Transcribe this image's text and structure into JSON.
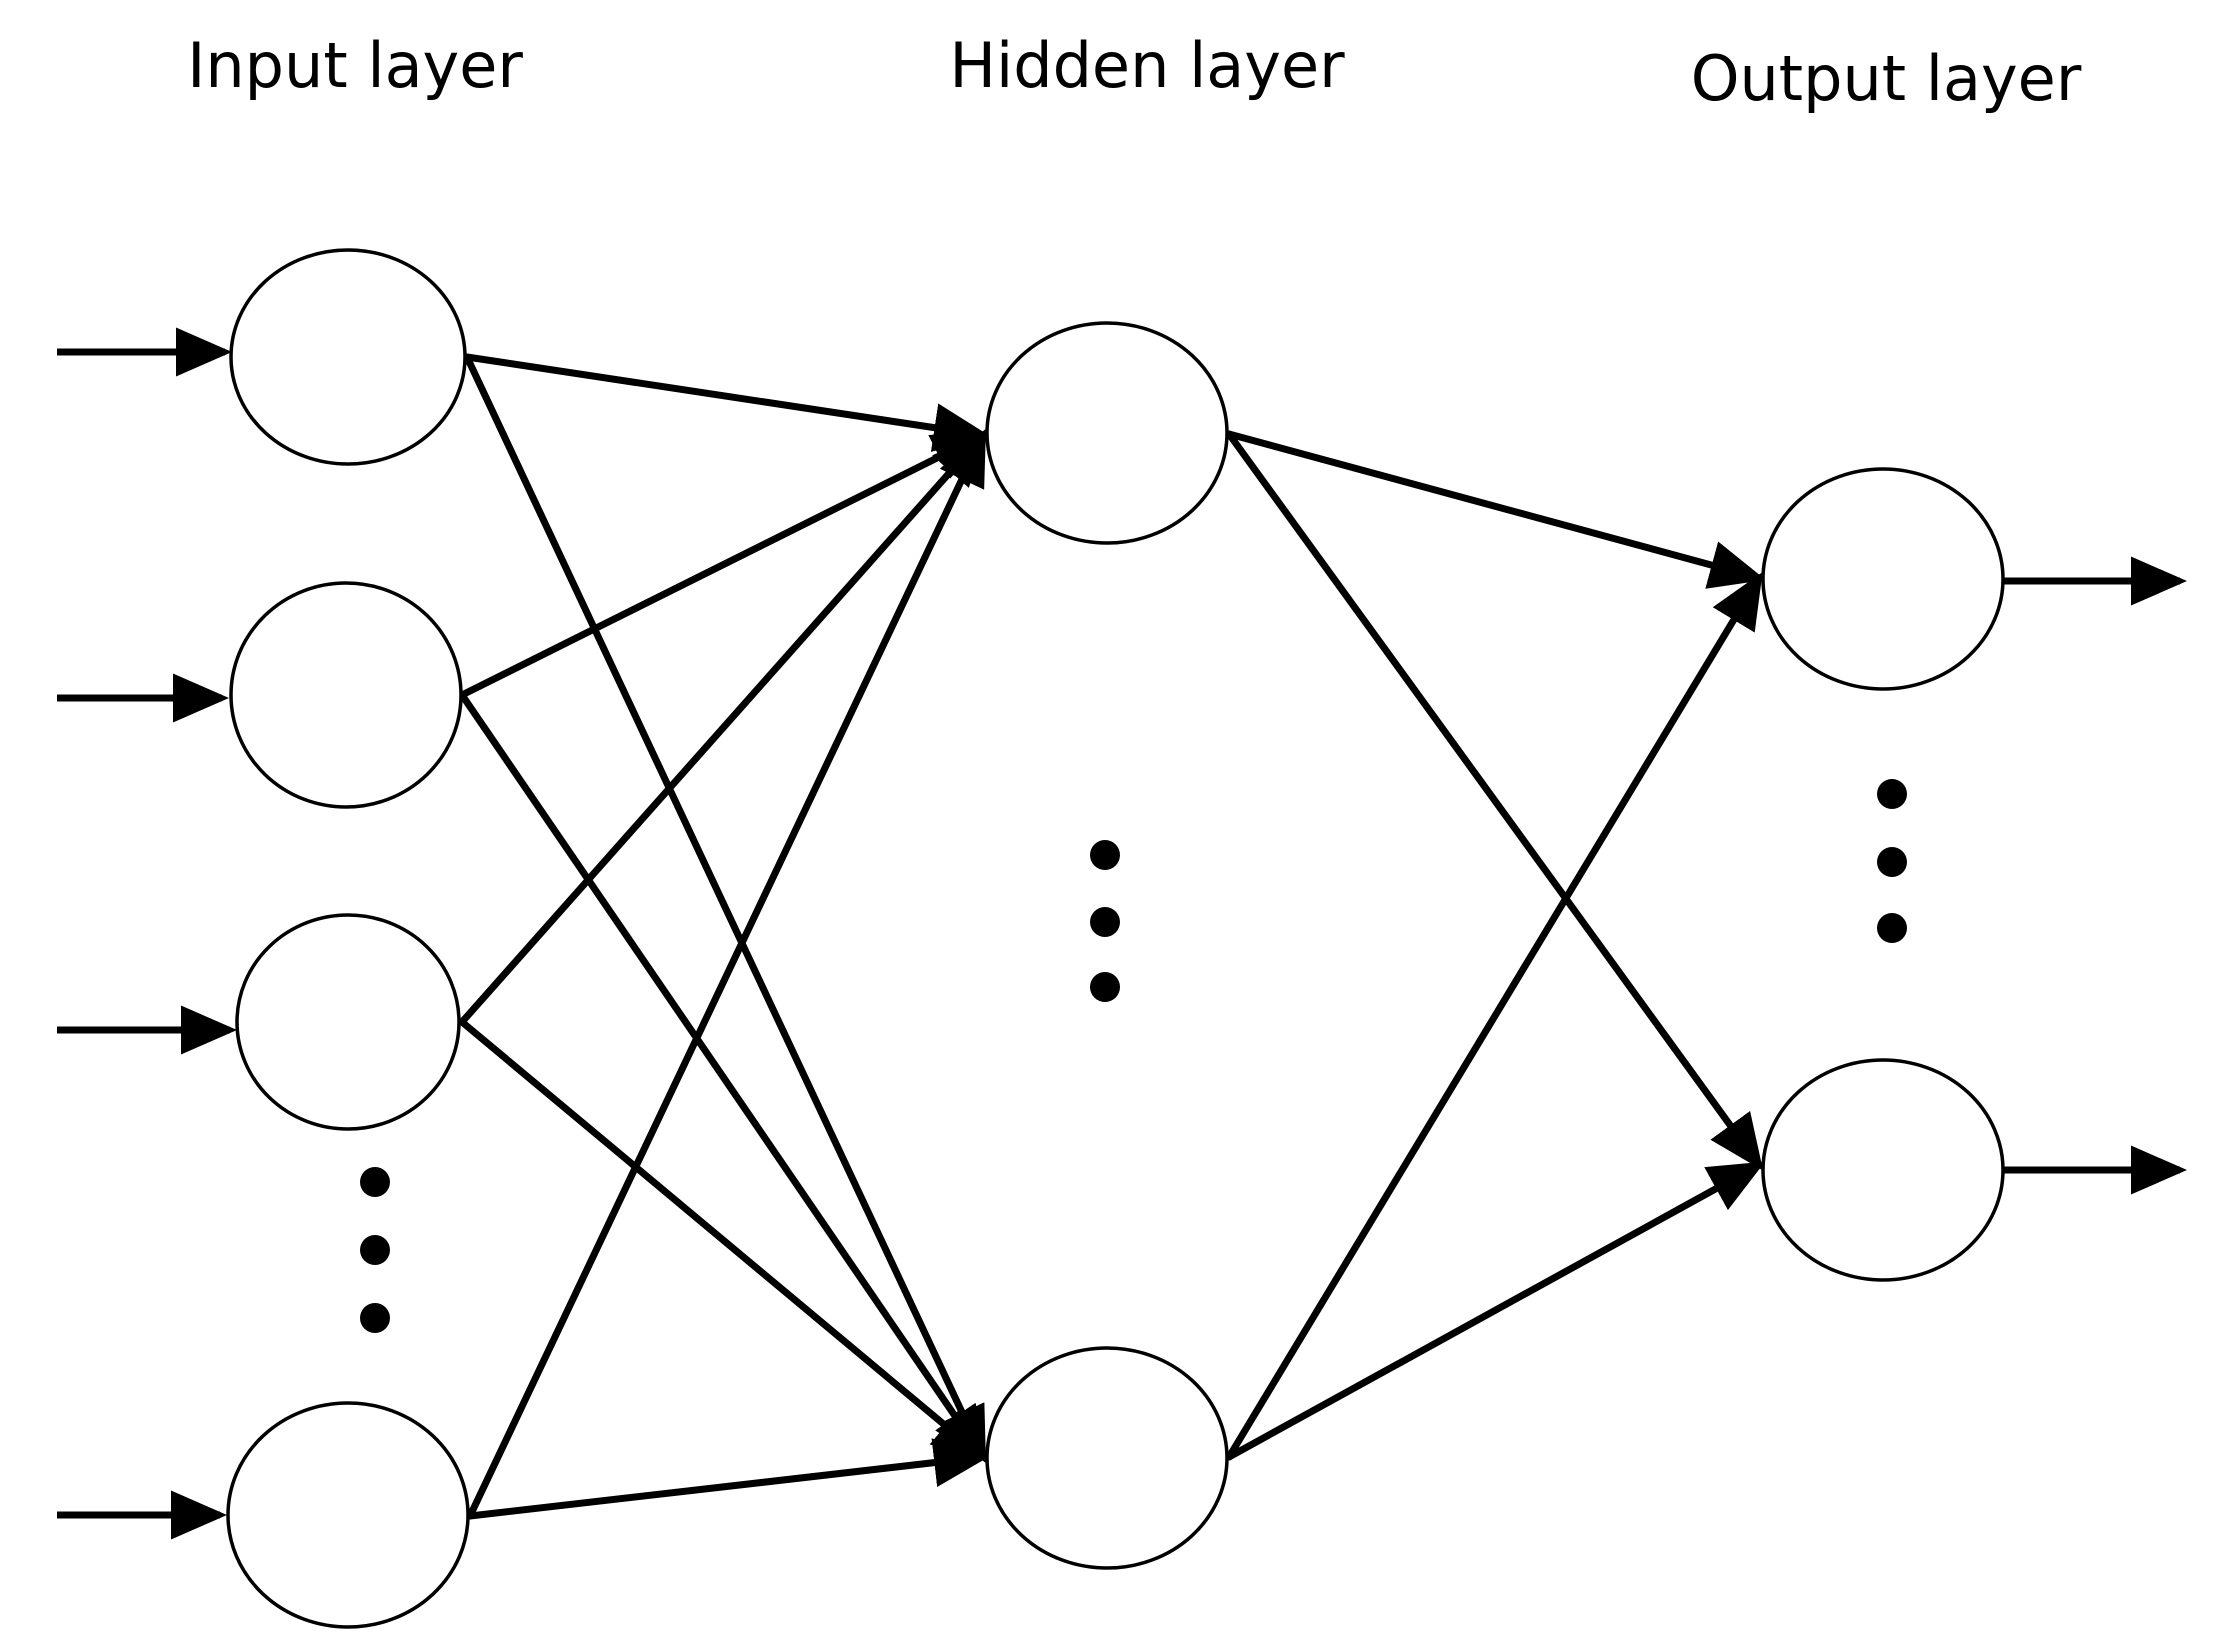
{
  "layers": {
    "input": {
      "title": "Input layer"
    },
    "hidden": {
      "title": "Hidden layer"
    },
    "output": {
      "title": "Output layer"
    }
  },
  "colors": {
    "stroke": "#000000",
    "background": "#ffffff"
  }
}
